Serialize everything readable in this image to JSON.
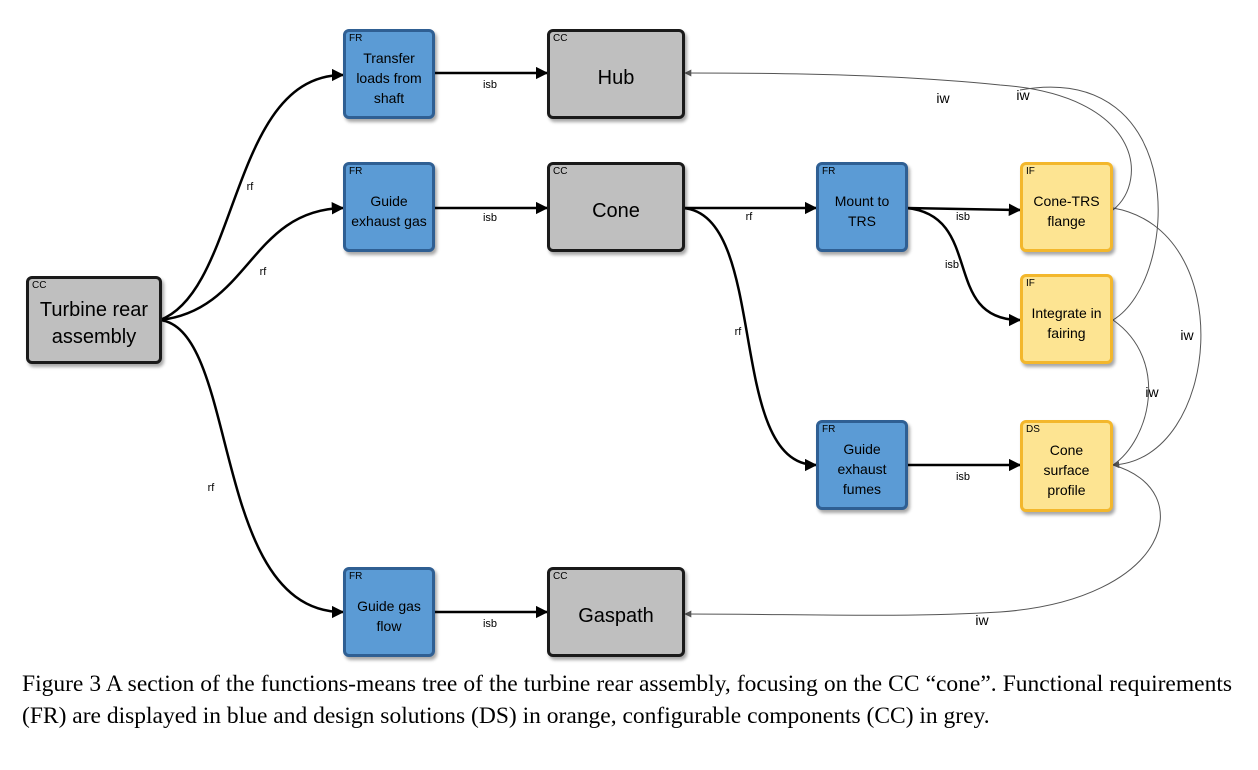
{
  "nodes": {
    "turbine": {
      "tag": "CC",
      "label": "Turbine rear\nassembly"
    },
    "fr_transfer": {
      "tag": "FR",
      "label": "Transfer\nloads from\nshaft"
    },
    "hub": {
      "tag": "CC",
      "label": "Hub"
    },
    "fr_guide_exhaust": {
      "tag": "FR",
      "label": "Guide\nexhaust gas"
    },
    "cone": {
      "tag": "CC",
      "label": "Cone"
    },
    "fr_mount": {
      "tag": "FR",
      "label": "Mount to\nTRS"
    },
    "if_cone_trs": {
      "tag": "IF",
      "label": "Cone-TRS\nflange"
    },
    "if_integrate": {
      "tag": "IF",
      "label": "Integrate in\nfairing"
    },
    "fr_guide_fumes": {
      "tag": "FR",
      "label": "Guide\nexhaust\nfumes"
    },
    "ds_cone_surface": {
      "tag": "DS",
      "label": "Cone\nsurface\nprofile"
    },
    "fr_guide_gas": {
      "tag": "FR",
      "label": "Guide gas\nflow"
    },
    "gaspath": {
      "tag": "CC",
      "label": "Gaspath"
    }
  },
  "edge_labels": {
    "rf_transfer": "rf",
    "rf_guide_exhaust": "rf",
    "rf_guide_gas": "rf",
    "isb_hub": "isb",
    "isb_cone": "isb",
    "isb_gaspath": "isb",
    "rf_mount": "rf",
    "rf_fumes": "rf",
    "isb_cone_trs": "isb",
    "isb_integrate": "isb",
    "isb_cone_surface": "isb",
    "iw_hub_1": "iw",
    "iw_hub_2": "iw",
    "iw_cone_surface_1": "iw",
    "iw_cone_surface_2": "iw",
    "iw_gaspath": "iw"
  },
  "legend_colors": {
    "FR": "#5b9bd5",
    "CC": "#bfbfbf",
    "IF_DS": "#fde492"
  },
  "caption": "Figure 3 A section of the functions-means tree of the turbine rear assembly, focusing on the CC “cone”. Functional requirements (FR) are displayed in blue and design solutions (DS) in orange, configurable components (CC) in grey."
}
